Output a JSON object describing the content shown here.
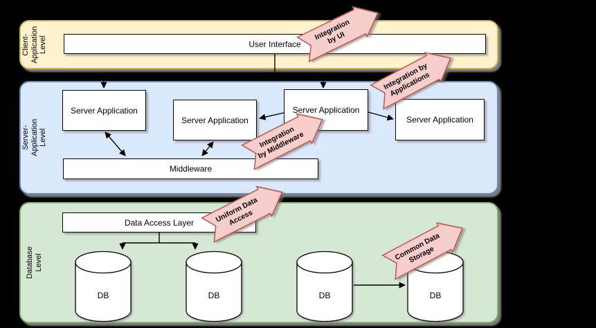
{
  "bands": {
    "client": {
      "label_lines": [
        "Client-",
        "Application",
        "Level"
      ],
      "fill": "#FFF2CC",
      "border": "#D6B656"
    },
    "server": {
      "label_lines": [
        "Server-",
        "Application",
        "Level"
      ],
      "fill": "#DAE8FC",
      "border": "#6C8EBF"
    },
    "database": {
      "label_lines": [
        "Database",
        "Level"
      ],
      "fill": "#D5E8D4",
      "border": "#82B366"
    }
  },
  "boxes": {
    "user_interface": "User Interface",
    "server_application": "Server Application",
    "middleware": "Middleware",
    "data_access_layer": "Data Access Layer"
  },
  "cylinders": [
    {
      "label": "DB"
    },
    {
      "label": "DB"
    },
    {
      "label": "DB"
    },
    {
      "label": "DB"
    }
  ],
  "banners": [
    {
      "id": "integration-by-ui",
      "lines": [
        "Integration",
        "by UI"
      ]
    },
    {
      "id": "integration-by-applications",
      "lines": [
        "Integration by",
        "Applications"
      ]
    },
    {
      "id": "integration-by-middleware",
      "lines": [
        "Integration",
        "by Middleware"
      ]
    },
    {
      "id": "uniform-data-access",
      "lines": [
        "Uniform Data",
        "Access"
      ]
    },
    {
      "id": "common-data-storage",
      "lines": [
        "Common Data",
        "Storage"
      ]
    }
  ],
  "colors": {
    "background": "#000000",
    "banner_fill": "#F8CECC",
    "banner_border": "#B85450",
    "shadow": "#8F8F8F"
  }
}
